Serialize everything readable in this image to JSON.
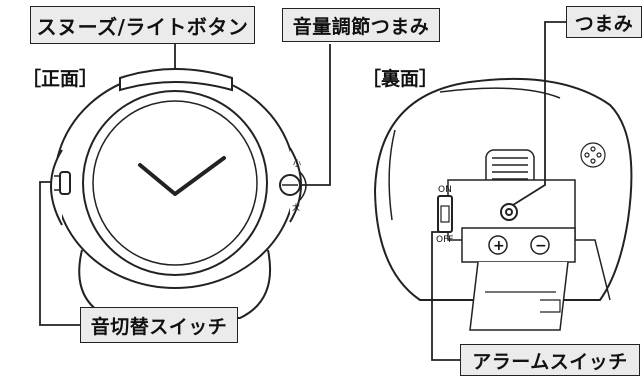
{
  "callouts": {
    "snooze_light_button": "スヌーズ/ライトボタン",
    "volume_knob": "音量調節つまみ",
    "knob": "つまみ",
    "sound_switch": "音切替スイッチ",
    "alarm_switch": "アラームスイッチ"
  },
  "views": {
    "front": "［正面］",
    "back": "［裏面］"
  },
  "dial_marks": {
    "small": "小",
    "large": "大"
  },
  "switch_marks": {
    "on": "ON",
    "off": "OFF"
  },
  "battery_marks": {
    "plus": "+",
    "minus": "−"
  },
  "colors": {
    "line": "#222222",
    "callout_fill": "#ebebeb",
    "background": "#ffffff"
  }
}
